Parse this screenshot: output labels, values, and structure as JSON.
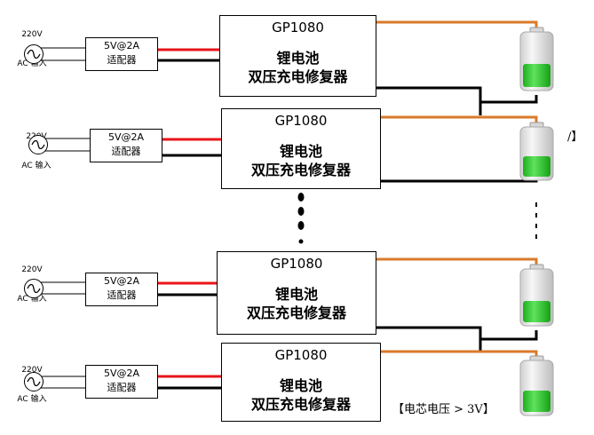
{
  "ac_input": {
    "voltage": "220V",
    "label": "AC 输入"
  },
  "adapter": {
    "line1": "5V@2A",
    "line2": "适配器"
  },
  "module": {
    "model": "GP1080",
    "line1": "锂电池",
    "line2": "双压充电修复器"
  },
  "note": {
    "text": "【电芯电压 > 3V】",
    "partial": "/】"
  },
  "colors": {
    "red_wire": "#e8141a",
    "black_wire": "#000000",
    "orange_wire": "#d97a2a",
    "battery_fill": "#2ecc2e",
    "battery_shell": "#e6e6e6"
  },
  "icons": {
    "plug": "ac-plug-icon",
    "battery": "battery-icon",
    "ellipsis": "vertical-ellipsis-icon"
  }
}
